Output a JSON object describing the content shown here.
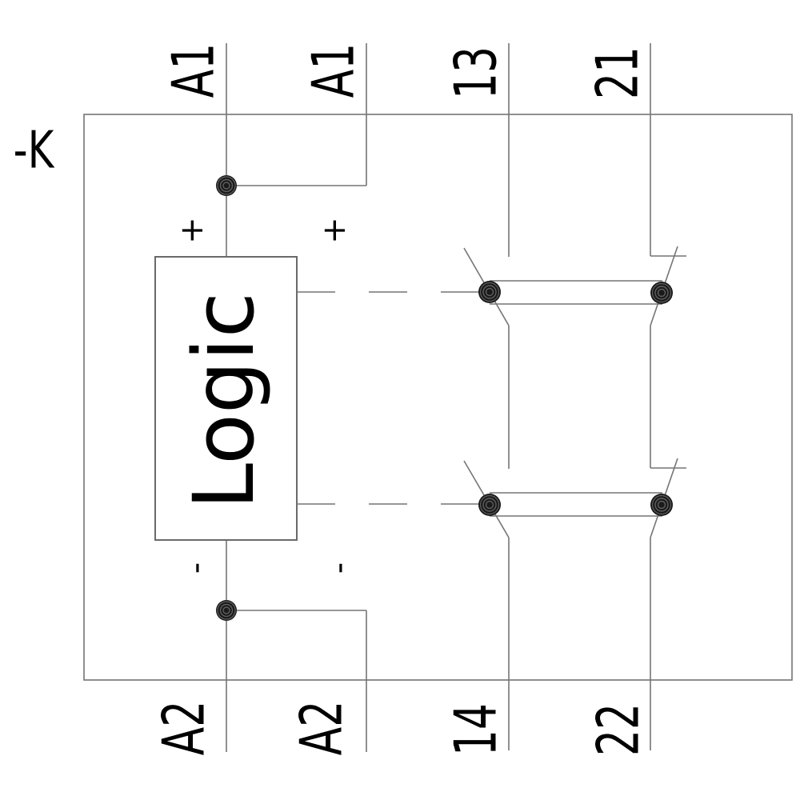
{
  "diagram": {
    "device_tag": "-K",
    "logic_label": "Logic",
    "polarity_top": [
      "+",
      "+"
    ],
    "polarity_bottom": [
      "-",
      "-"
    ],
    "terminals_top": [
      "A1",
      "A1",
      "13",
      "21"
    ],
    "terminals_bottom": [
      "A2",
      "A2",
      "14",
      "22"
    ],
    "colors": {
      "wire": "#757575",
      "text": "#000000",
      "contact_dot": "#1a1a1a",
      "background": "#ffffff"
    }
  }
}
